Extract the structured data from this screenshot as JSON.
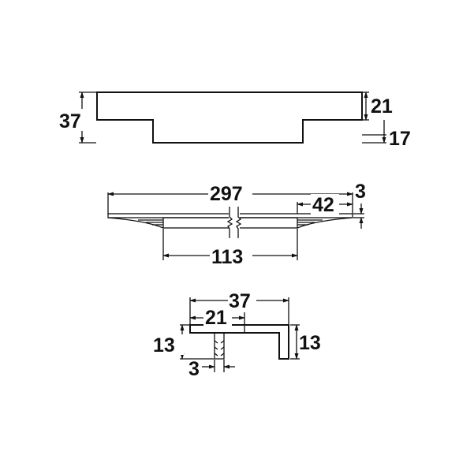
{
  "drawing": {
    "type": "technical dimension drawing (cabinet handle)",
    "line_color": "#111111",
    "background": "#ffffff"
  },
  "top_view": {
    "dims": {
      "total_height": "37",
      "upper_height": "21",
      "lower_offset": "17"
    }
  },
  "front_view": {
    "dims": {
      "overall_length": "297",
      "end_length": "42",
      "thickness": "3",
      "center_length": "113"
    }
  },
  "side_view": {
    "dims": {
      "depth": "37",
      "inner_depth": "21",
      "left_height": "13",
      "right_height": "13",
      "pin_diameter": "3"
    }
  }
}
